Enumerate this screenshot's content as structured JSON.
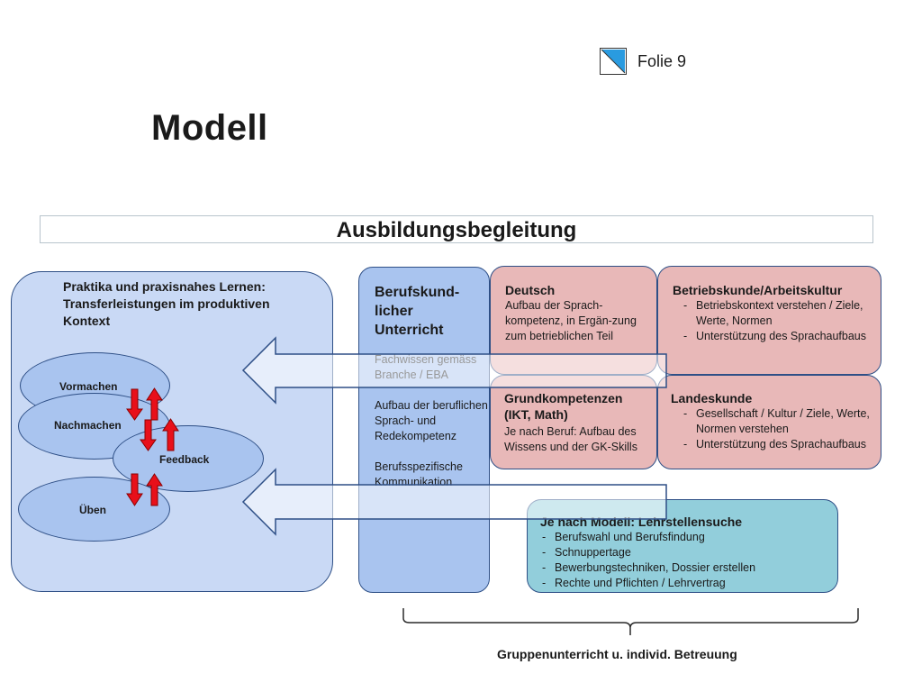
{
  "slide": {
    "folie": "Folie 9",
    "title": "Modell"
  },
  "banner": "Ausbildungsbegleitung",
  "praxis": {
    "text": "Praktika und praxisnahes Lernen: Transferleistungen im produktiven Kontext",
    "steps": [
      "Vormachen",
      "Nachmachen",
      "Feedback",
      "Üben"
    ]
  },
  "berufskund": {
    "title": "Berufskund-licher Unterricht",
    "paragraphs": [
      "Fachwissen gemäss Branche / EBA",
      "Aufbau der beruflichen Sprach- und Redekompetenz",
      "Berufsspezifische Kommunikation"
    ]
  },
  "deutsch": {
    "title": "Deutsch",
    "text": "Aufbau der Sprach-kompetenz, in Ergän-zung zum betrieblichen Teil"
  },
  "betriebskunde": {
    "title": "Betriebskunde/Arbeitskultur",
    "items": [
      "Betriebskontext verstehen / Ziele, Werte, Normen",
      "Unterstützung des Sprachaufbaus"
    ]
  },
  "grundkompetenzen": {
    "title": "Grundkompetenzen (IKT, Math)",
    "text": "Je nach Beruf: Aufbau des Wissens und der GK-Skills"
  },
  "landeskunde": {
    "title": "Landeskunde",
    "items": [
      "Gesellschaft / Kultur / Ziele, Werte, Normen verstehen",
      "Unterstützung des Sprachaufbaus"
    ]
  },
  "lehrstellen": {
    "title": "Je nach Modell: Lehrstellensuche",
    "items": [
      "Berufswahl und Berufsfindung",
      "Schnuppertage",
      "Bewerbungstechniken, Dossier erstellen",
      "Rechte und Pflichten / Lehrvertrag"
    ]
  },
  "footer": "Gruppenunterricht u. individ. Betreuung",
  "colors": {
    "praxis_fill": "#c9d9f5",
    "ellipse_fill": "#a9c4ef",
    "pink_fill": "#e8b8b8",
    "teal_fill": "#92cedb",
    "arrow_red": "#e8101a",
    "outline": "#2e4f86"
  }
}
